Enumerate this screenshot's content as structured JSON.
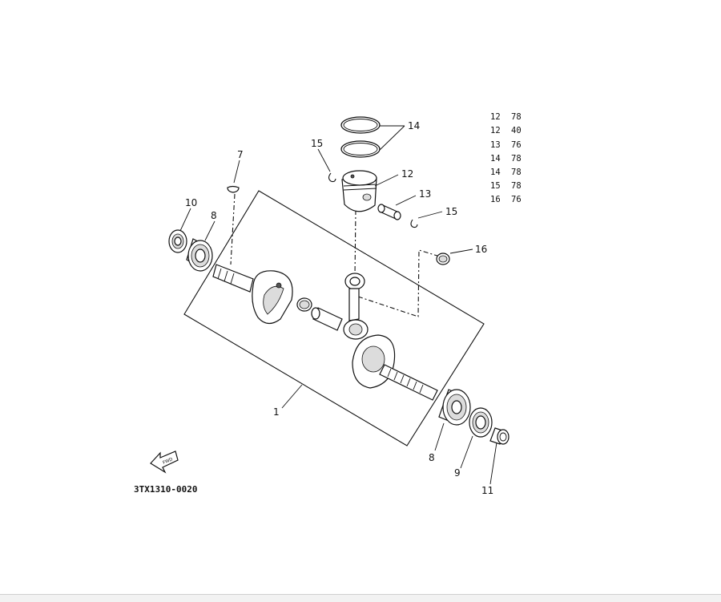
{
  "diagram": {
    "drawing_code": "3TX1310-0020",
    "callouts": {
      "c1": "1",
      "c7": "7",
      "c8a": "8",
      "c8b": "8",
      "c9": "9",
      "c10": "10",
      "c11": "11",
      "c12": "12",
      "c13": "13",
      "c14": "14",
      "c15a": "15",
      "c15b": "15",
      "c16": "16"
    },
    "arrow_badge": "FWD",
    "parts_table": [
      {
        "ref": "12",
        "code": "78"
      },
      {
        "ref": "12",
        "code": "40"
      },
      {
        "ref": "13",
        "code": "76"
      },
      {
        "ref": "14",
        "code": "78"
      },
      {
        "ref": "14",
        "code": "78"
      },
      {
        "ref": "15",
        "code": "78"
      },
      {
        "ref": "16",
        "code": "76"
      }
    ]
  }
}
